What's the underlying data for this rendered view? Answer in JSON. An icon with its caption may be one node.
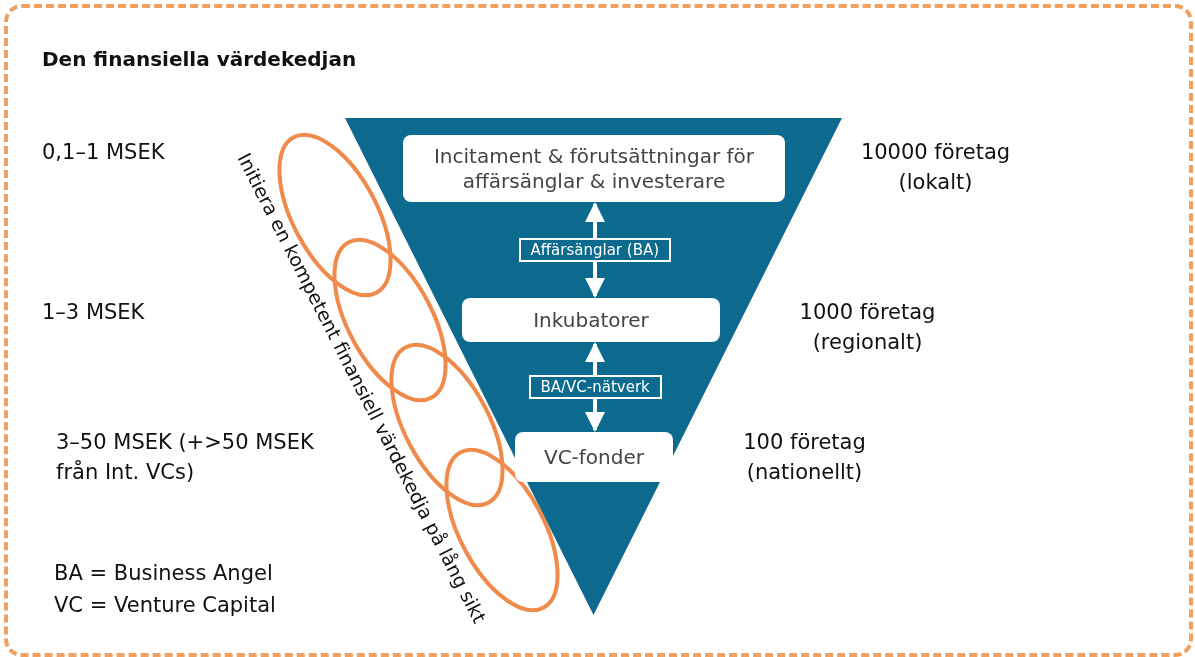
{
  "diagram": {
    "title": "Den finansiella värdekedjan",
    "nodes": [
      {
        "text": [],
        "shape": "triangle"
      },
      {
        "text": [
          "Incitament & förutsättningar för affärsänglar & investerare"
        ],
        "in": 0
      },
      {
        "text": [
          "Inkubatorer"
        ],
        "in": 0
      },
      {
        "text": [
          "VC-fonder"
        ],
        "in": 0
      }
    ],
    "edges": [
      {
        "from": 1,
        "to": 2,
        "arrow": "both",
        "label": "Affärsänglar (BA)"
      },
      {
        "from": 2,
        "to": 3,
        "arrow": "both",
        "label": "BA/VC-nätverk"
      }
    ],
    "labels": [
      "0,1–1 MSEK",
      "10000 företag (lokalt)",
      "1–3 MSEK",
      "1000 företag (regionalt)",
      "3–50 MSEK (+>50 MSEK från Int. VCs)",
      "100 företag (nationellt)",
      "Initiera en kompetent finansiell värdekedja på lång sikt",
      "BA = Business Angel",
      "VC = Venture Capital"
    ]
  }
}
